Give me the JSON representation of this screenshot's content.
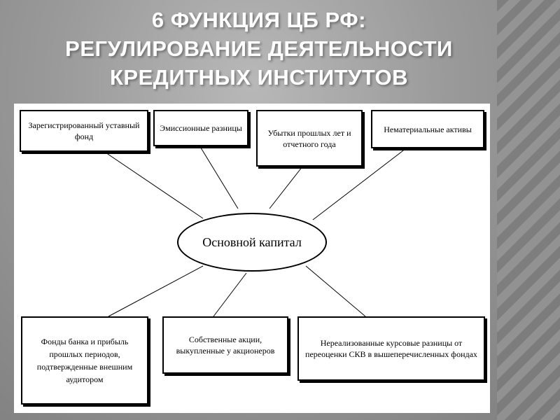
{
  "title": {
    "line1": "6 ФУНКЦИЯ ЦБ РФ:",
    "line2": "РЕГУЛИРОВАНИЕ ДЕЯТЕЛЬНОСТИ",
    "line3": "КРЕДИТНЫХ ИНСТИТУТОВ"
  },
  "diagram": {
    "center": "Основной капитал",
    "top": [
      "Зарегистрированный уставный фонд",
      "Эмиссионные разницы",
      "Убытки прошлых лет и отчетного года",
      "Нематериальные активы"
    ],
    "bottom": [
      "Фонды банка и прибыль прошлых периодов, подтвержденные внешним аудитором",
      "Собственные акции, выкупленные у акционеров",
      "Нереализованные курсовые разницы от переоценки СКВ в вышеперечисленных фондах"
    ]
  }
}
